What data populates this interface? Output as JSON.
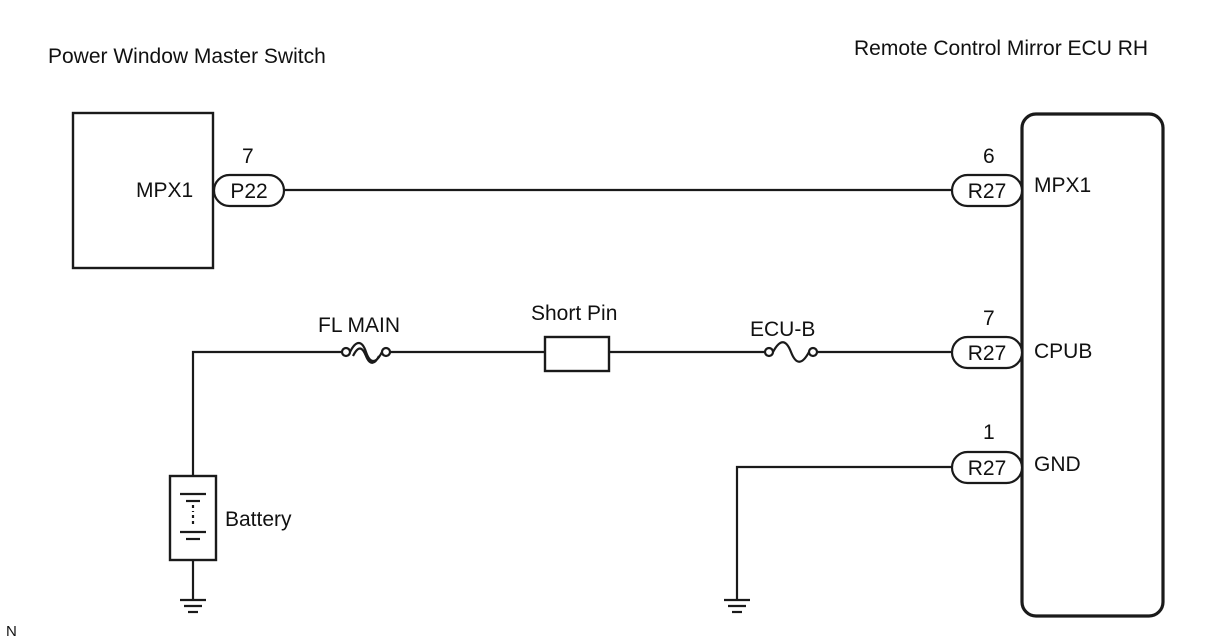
{
  "components": {
    "master_switch": {
      "title": "Power Window Master Switch",
      "terminal_name": "MPX1"
    },
    "mirror_ecu": {
      "title": "Remote Control Mirror ECU RH",
      "terminals": {
        "mpx1": "MPX1",
        "cpub": "CPUB",
        "gnd": "GND"
      }
    },
    "battery": {
      "label": "Battery"
    }
  },
  "connectors": {
    "p22": {
      "code": "P22",
      "pin": "7"
    },
    "r27_mpx1": {
      "code": "R27",
      "pin": "6"
    },
    "r27_cpub": {
      "code": "R27",
      "pin": "7"
    },
    "r27_gnd": {
      "code": "R27",
      "pin": "1"
    }
  },
  "fuses": {
    "fl_main": "FL MAIN",
    "short_pin": "Short Pin",
    "ecu_b": "ECU-B"
  },
  "corner_mark": "N"
}
